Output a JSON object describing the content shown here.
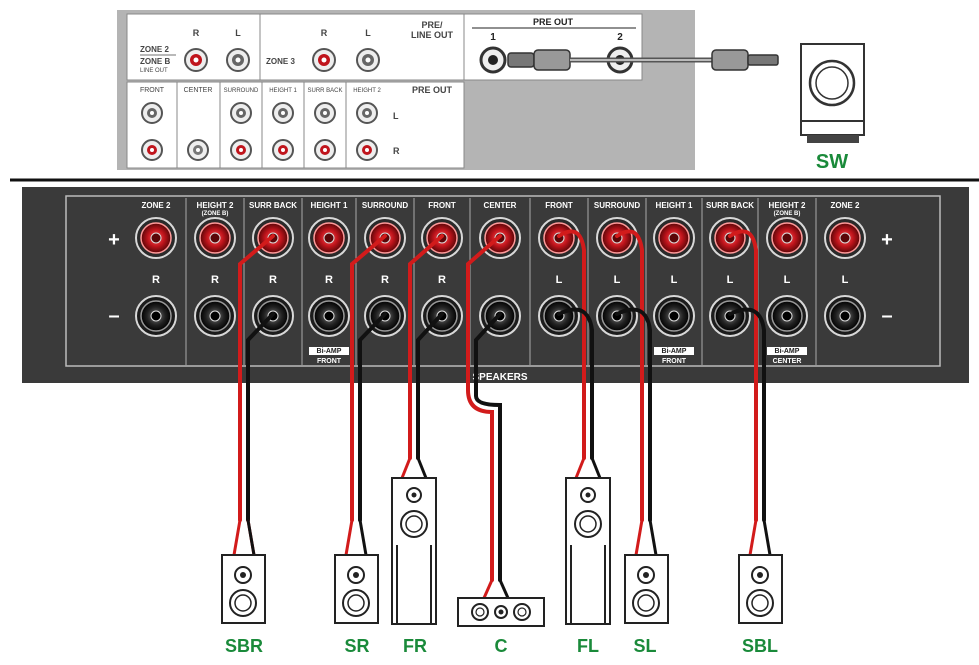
{
  "top_panel": {
    "zone2_label": "ZONE 2",
    "zoneb_label": "ZONE B",
    "lineout_label": "LINE OUT",
    "zone3_label": "ZONE 3",
    "pre_line_out_1": "PRE/",
    "pre_line_out_2": "LINE OUT",
    "pre_out_label": "PRE OUT",
    "r": "R",
    "l": "L",
    "columns": [
      "FRONT",
      "CENTER",
      "SURROUND",
      "HEIGHT 1",
      "SURR BACK",
      "HEIGHT 2"
    ]
  },
  "sub_pre_out": {
    "title": "PRE OUT",
    "jack1": "1",
    "jack2": "2"
  },
  "subwoofer": {
    "label": "SW"
  },
  "speaker_panel": {
    "columns": [
      "ZONE 2",
      "HEIGHT 2",
      "SURR BACK",
      "HEIGHT 1",
      "SURROUND",
      "FRONT",
      "CENTER",
      "FRONT",
      "SURROUND",
      "HEIGHT 1",
      "SURR BACK",
      "HEIGHT 2",
      "ZONE 2"
    ],
    "zoneb_sub_left": "(ZONE B)",
    "zoneb_sub_right": "(ZONE B)",
    "channel_letters": [
      "R",
      "R",
      "R",
      "R",
      "R",
      "R",
      "",
      "L",
      "L",
      "L",
      "L",
      "L",
      "L"
    ],
    "plus": "+",
    "minus": "–",
    "biamp_front_1": "Bi-AMP",
    "biamp_front_1b": "FRONT",
    "biamp_front_2": "Bi-AMP",
    "biamp_front_2b": "FRONT",
    "biamp_center": "Bi-AMP",
    "biamp_centerb": "CENTER",
    "speakers_label": "SPEAKERS"
  },
  "speakers": {
    "SBR": "SBR",
    "SR": "SR",
    "FR": "FR",
    "C": "C",
    "FL": "FL",
    "SL": "SL",
    "SBL": "SBL"
  },
  "colors": {
    "panel_dark": "#3a3a3a",
    "panel_gray": "#b4b4b4",
    "wire_red": "#d21b1b",
    "label_green": "#1a8a3a",
    "terminal_red": "#c0141c"
  }
}
